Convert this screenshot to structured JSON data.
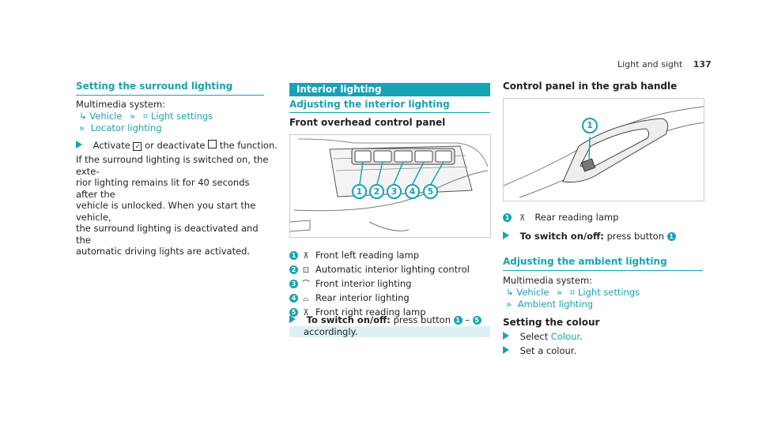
{
  "header": {
    "title": "Light and sight",
    "page": "137"
  },
  "col1": {
    "heading": "Setting the surround lighting",
    "menu_label": "Multimedia system:",
    "path1": "Vehicle",
    "path2": "Light settings",
    "path3": "Locator lighting",
    "step_a": "Activate",
    "step_b": "or deactivate",
    "step_c": "the function.",
    "para": [
      "If the surround lighting is switched on, the exte-",
      "rior lighting remains lit for 40 seconds after the",
      "vehicle is unlocked. When you start the vehicle,",
      "the surround lighting is deactivated and the",
      "automatic driving lights are activated."
    ]
  },
  "col2": {
    "banner": "Interior lighting",
    "heading": "Adjusting the interior lighting",
    "subheading": "Front overhead control panel",
    "callouts": [
      "1",
      "2",
      "3",
      "4",
      "5"
    ],
    "legend": [
      {
        "n": "1",
        "icon": "reading-lamp",
        "text": "Front left reading lamp"
      },
      {
        "n": "2",
        "icon": "auto-lighting",
        "text": "Automatic interior lighting control"
      },
      {
        "n": "3",
        "icon": "front-interior",
        "text": "Front interior lighting"
      },
      {
        "n": "4",
        "icon": "rear-interior",
        "text": "Rear interior lighting"
      },
      {
        "n": "5",
        "icon": "reading-lamp",
        "text": "Front right reading lamp"
      }
    ],
    "step_label": "To switch on/off:",
    "step_text": "press button",
    "step_from": "1",
    "step_to": "5",
    "step_dash": "–",
    "step_tail": "accordingly."
  },
  "col3": {
    "heading": "Control panel in the grab handle",
    "callout": "1",
    "legend_n": "1",
    "legend_text": "Rear reading lamp",
    "step_label": "To switch on/off:",
    "step_text": "press button",
    "step_n": "1",
    "heading2": "Adjusting the ambient lighting",
    "menu_label": "Multimedia system:",
    "path1": "Vehicle",
    "path2": "Light settings",
    "path3": "Ambient lighting",
    "subheading": "Setting the colour",
    "select_a": "Select",
    "select_b": "Colour",
    "set_text": "Set a colour."
  },
  "colors": {
    "accent": "#17a3b4"
  }
}
